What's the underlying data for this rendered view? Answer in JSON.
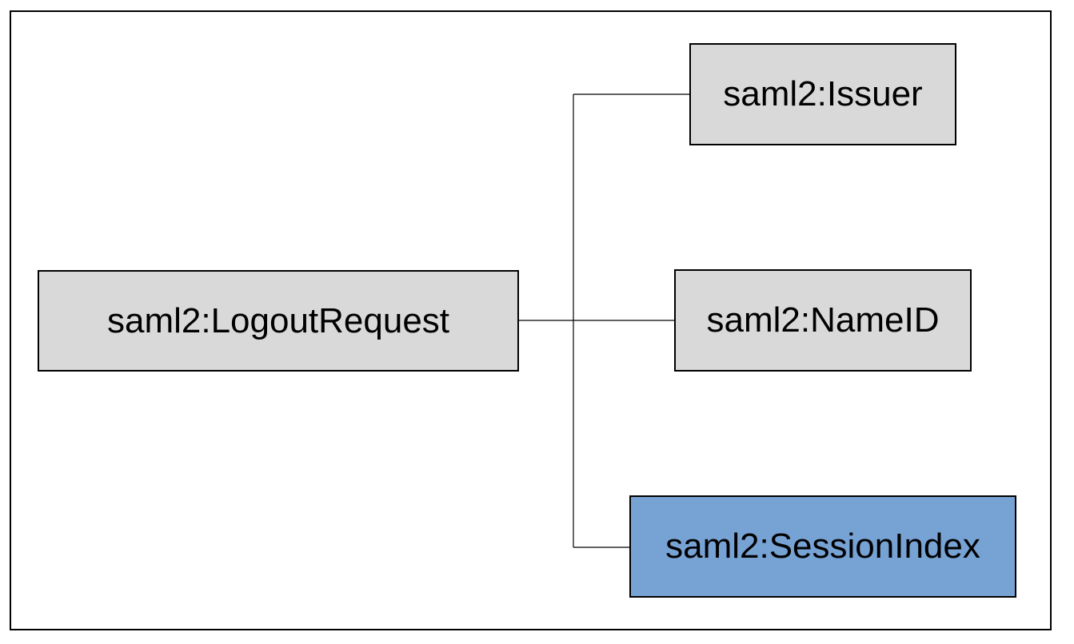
{
  "diagram": {
    "root": {
      "label": "saml2:LogoutRequest",
      "fill": "#d9d9d9"
    },
    "children": [
      {
        "label": "saml2:Issuer",
        "fill": "#d9d9d9"
      },
      {
        "label": "saml2:NameID",
        "fill": "#d9d9d9"
      },
      {
        "label": "saml2:SessionIndex",
        "fill": "#77a2d4"
      }
    ]
  },
  "colors": {
    "node_border": "#000000",
    "connector": "#000000",
    "frame": "#000000"
  }
}
